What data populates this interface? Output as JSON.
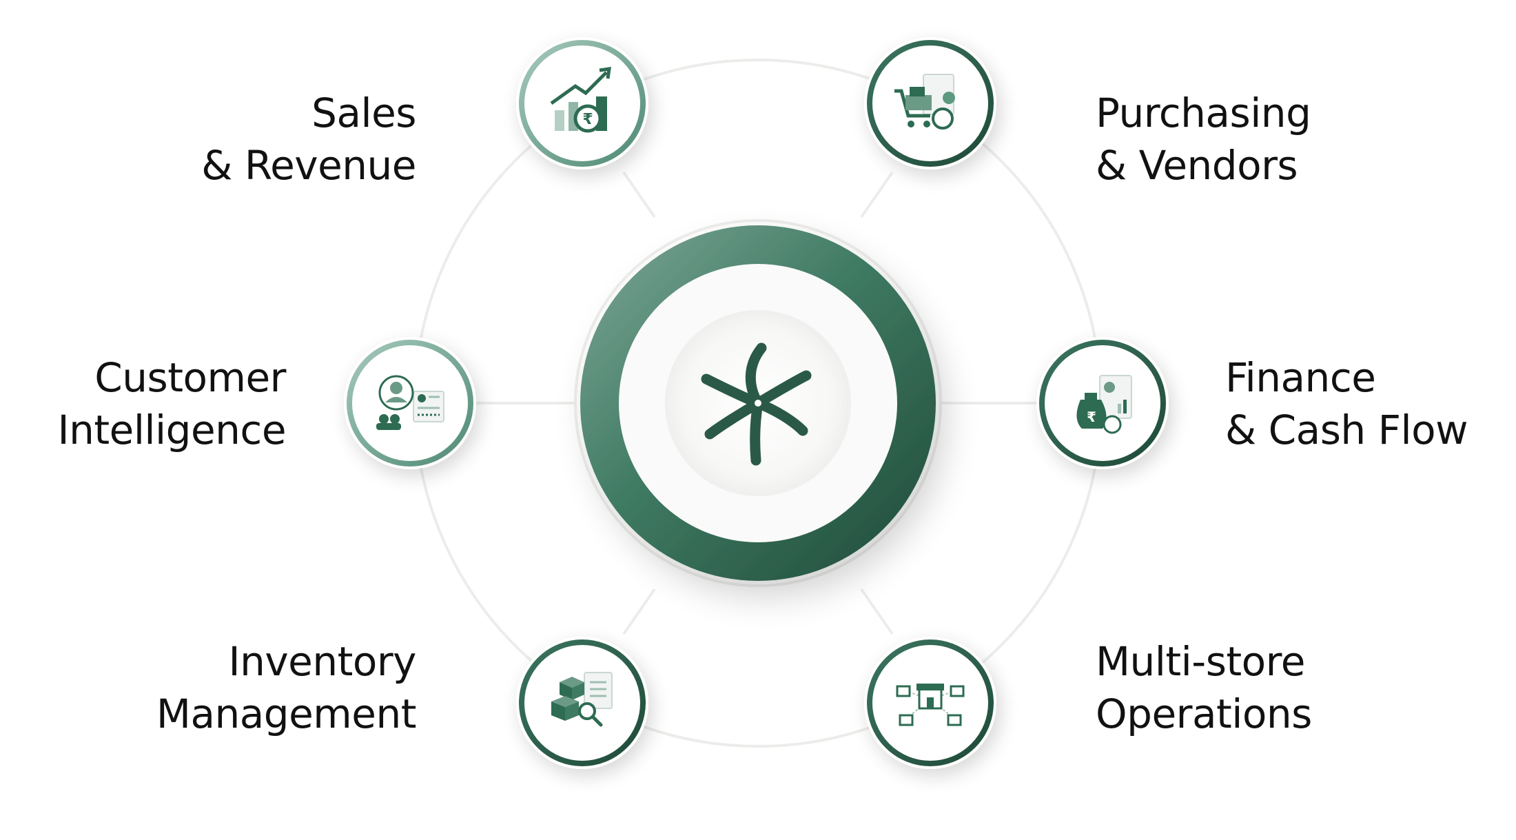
{
  "colors": {
    "primary": "#2d6b52",
    "primary_dark": "#234a3a",
    "primary_light": "#7fb0a0",
    "ring_line": "#ececea",
    "text": "#111111"
  },
  "hub": {
    "icon": "pinwheel-logo-icon"
  },
  "modules": [
    {
      "id": "sales",
      "line1": "Sales",
      "line2": "& Revenue",
      "icon": "rupee-growth-chart-icon"
    },
    {
      "id": "purchasing",
      "line1": "Purchasing",
      "line2": "& Vendors",
      "icon": "shopping-cart-handshake-icon"
    },
    {
      "id": "customer",
      "line1": "Customer",
      "line2": "Intelligence",
      "icon": "customer-profile-icon"
    },
    {
      "id": "finance",
      "line1": "Finance",
      "line2": "& Cash Flow",
      "icon": "money-bag-report-icon"
    },
    {
      "id": "inventory",
      "line1": "Inventory",
      "line2": "Management",
      "icon": "boxes-checklist-search-icon"
    },
    {
      "id": "multistore",
      "line1": "Multi-store",
      "line2": "Operations",
      "icon": "store-network-icon"
    }
  ]
}
